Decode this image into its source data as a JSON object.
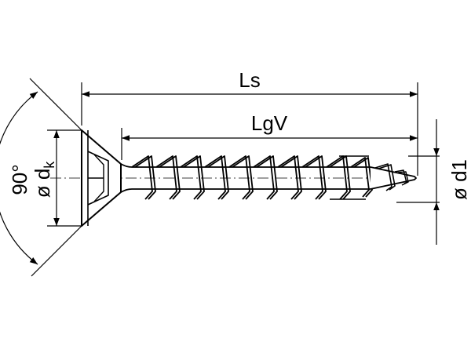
{
  "labels": {
    "ls": "Ls",
    "lgv": "LgV",
    "angle": "90°",
    "head_diameter_prefix": "ø d",
    "head_diameter_subscript": "k",
    "thread_diameter": "ø d1"
  },
  "colors": {
    "line": "#000000",
    "background": "#ffffff"
  }
}
